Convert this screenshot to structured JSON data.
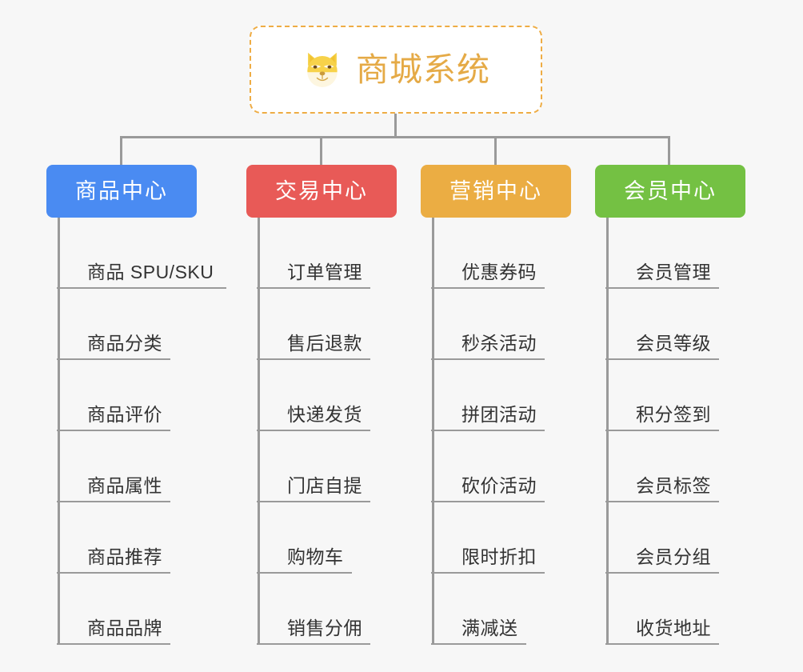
{
  "diagram": {
    "type": "mindmap",
    "background_color": "#f7f7f7",
    "connector_color": "#9a9a9a"
  },
  "root": {
    "title": "商城系统",
    "icon": "shiba-dog-face-emoji",
    "text_color": "#e5aa46",
    "border_color": "#eeac44",
    "background_color": "#ffffff"
  },
  "branches": [
    {
      "label": "商品中心",
      "color": "#4a8bf2",
      "items": [
        {
          "label": "商品 SPU/SKU"
        },
        {
          "label": "商品分类"
        },
        {
          "label": "商品评价"
        },
        {
          "label": "商品属性"
        },
        {
          "label": "商品推荐"
        },
        {
          "label": "商品品牌"
        }
      ]
    },
    {
      "label": "交易中心",
      "color": "#e85a57",
      "items": [
        {
          "label": "订单管理"
        },
        {
          "label": "售后退款"
        },
        {
          "label": "快递发货"
        },
        {
          "label": "门店自提"
        },
        {
          "label": "购物车"
        },
        {
          "label": "销售分佣"
        }
      ]
    },
    {
      "label": "营销中心",
      "color": "#ebad43",
      "items": [
        {
          "label": "优惠券码"
        },
        {
          "label": "秒杀活动"
        },
        {
          "label": "拼团活动"
        },
        {
          "label": "砍价活动"
        },
        {
          "label": "限时折扣"
        },
        {
          "label": "满减送"
        }
      ]
    },
    {
      "label": "会员中心",
      "color": "#74c143",
      "items": [
        {
          "label": "会员管理"
        },
        {
          "label": "会员等级"
        },
        {
          "label": "积分签到"
        },
        {
          "label": "会员标签"
        },
        {
          "label": "会员分组"
        },
        {
          "label": "收货地址"
        }
      ]
    }
  ]
}
